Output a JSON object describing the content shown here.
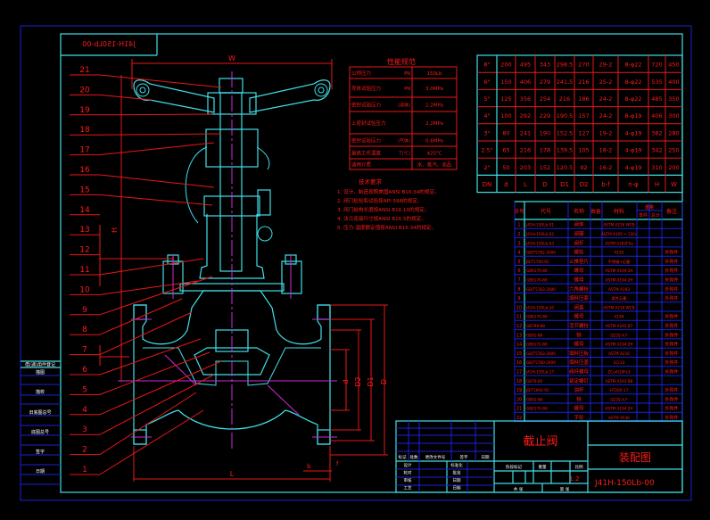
{
  "title_block": {
    "drawing_number": "J41H-150Lb-00",
    "drawing_number_mirrored": "J41H-150Lb-00",
    "product_name": "截止阀",
    "drawing_type": "装配图",
    "scale_label": "1:2",
    "revision_headers": [
      "标记",
      "处数",
      "更改文件号",
      "签字",
      "日期"
    ],
    "approval_rows": [
      "设计",
      "校对",
      "审核",
      "工艺"
    ],
    "approval_rows_right": [
      "标准化",
      "批准",
      "日期",
      "日期"
    ],
    "stage_headers": [
      "阶段标记",
      "重量",
      "比例"
    ],
    "sheet_labels": [
      "共 张",
      "第 张"
    ]
  },
  "left_strip": {
    "header": "借(通)用件登记",
    "rows": [
      "描图",
      "描校",
      "旧底图总号",
      "底图总号",
      "签字",
      "日期"
    ]
  },
  "dimension_table": {
    "headers": [
      "DN",
      "d",
      "L",
      "D",
      "D1",
      "D2",
      "b-f",
      "n-φ",
      "H",
      "W"
    ],
    "rows": [
      [
        "8\"",
        "200",
        "495",
        "343",
        "298.5",
        "270",
        "29-2",
        "8-φ22",
        "720",
        "450"
      ],
      [
        "6\"",
        "150",
        "406",
        "279",
        "241.5",
        "216",
        "25-2",
        "8-φ22",
        "535",
        "400"
      ],
      [
        "5\"",
        "125",
        "356",
        "254",
        "216",
        "186",
        "24-2",
        "8-φ22",
        "485",
        "350"
      ],
      [
        "4\"",
        "100",
        "292",
        "229",
        "190.5",
        "157",
        "24-2",
        "8-φ19",
        "406",
        "300"
      ],
      [
        "3\"",
        "80",
        "241",
        "190",
        "152.5",
        "127",
        "19-2",
        "4-φ19",
        "382",
        "280"
      ],
      [
        "2.5\"",
        "65",
        "216",
        "178",
        "139.5",
        "105",
        "18-2",
        "4-φ19",
        "342",
        "250"
      ],
      [
        "2\"",
        "50",
        "203",
        "152",
        "120.5",
        "92",
        "16-2",
        "4-φ19",
        "310",
        "200"
      ]
    ]
  },
  "performance_table": {
    "title": "性能规范",
    "rows": [
      [
        "公称压力",
        "PN",
        "150Lb"
      ],
      [
        "壳体试验压力",
        "PN",
        "3.0MPa"
      ],
      [
        "密封试验压力",
        "(液体)",
        "2.2MPa"
      ],
      [
        "上密封试验压力",
        "",
        "2.2MPa"
      ],
      [
        "密封试验压力",
        "(气体)",
        "0.6MPa"
      ],
      [
        "最高工作温度",
        "T(℃)",
        "425℃"
      ],
      [
        "适用介质",
        "",
        "水、蒸汽、油品"
      ]
    ]
  },
  "technical_requirements": {
    "title": "技术要求",
    "items": [
      "1. 设计、制造按照美国ANSI B16.34的规定。",
      "2. 阀门检验和试验按API 598的规定。",
      "3. 阀门结构长度按ANSI B16.10的规定。",
      "4. 法兰连接尺寸按ANSI B16.5的规定。",
      "5. 压力-温度额定值按ANSI B16.34的规定。"
    ]
  },
  "parts_list": {
    "headers": [
      "序号",
      "代号",
      "名称",
      "数量",
      "材料",
      "单件",
      "总计",
      "重量",
      "备注"
    ],
    "rows": [
      [
        "1",
        "J41H-150Lb-01",
        "阀体",
        "",
        "ASTM A216 WCB",
        "",
        "",
        ""
      ],
      [
        "2",
        "J41H-150Lb-02",
        "阀瓣",
        "",
        "ASTM A105 + 13Cr",
        "",
        "",
        ""
      ],
      [
        "3",
        "J41H-150Lb-03",
        "阀杆",
        "",
        "ASTM A182F6a",
        "",
        "",
        ""
      ],
      [
        "4",
        "GB/T5782-2000",
        "螺栓",
        "",
        "A193",
        "",
        "",
        "外购件"
      ],
      [
        "5",
        "JB/T1700-91",
        "止推垫片",
        "",
        "不锈钢+石墨",
        "",
        "",
        "外购件"
      ],
      [
        "6",
        "GB6170-86",
        "螺母",
        "",
        "ASTM A194 2H",
        "",
        "",
        "外购件"
      ],
      [
        "7",
        "GB6170-86",
        "螺母",
        "",
        "ASTM A194 2H",
        "",
        "",
        "外购件"
      ],
      [
        "8",
        "GB/T5783-2000",
        "六角螺栓",
        "",
        "ASTM A193",
        "",
        "",
        "外购件"
      ],
      [
        "9",
        "",
        "填料压套",
        "",
        "柔性石墨",
        "",
        "",
        "外购件"
      ],
      [
        "10",
        "J41H-150Lb-10",
        "阀盖",
        "",
        "ASTM A216 WCB",
        "",
        "",
        ""
      ],
      [
        "11",
        "GB6170-86",
        "螺母",
        "",
        "A194",
        "",
        "",
        "外购件"
      ],
      [
        "12",
        "GB799-88",
        "活节螺栓",
        "",
        "ASTM A193 B7",
        "",
        "",
        "外购件"
      ],
      [
        "13",
        "GB91-86",
        "销",
        "",
        "Q235-A.F",
        "",
        "",
        "外购件"
      ],
      [
        "14",
        "GB6172-86",
        "螺母",
        "",
        "ASTM A194 2H",
        "",
        "",
        "外购件"
      ],
      [
        "15",
        "GB/T5783-2000",
        "填料压板",
        "",
        "ASTM A216",
        "",
        "",
        "外购件"
      ],
      [
        "16",
        "GB/T5780-2000",
        "填料压盖",
        "",
        "2Cr13",
        "",
        "",
        "外购件"
      ],
      [
        "17",
        "J41H-150Lb-17",
        "阀杆螺母",
        "",
        "ZCuAl10Fe3",
        "",
        "",
        "外购件"
      ],
      [
        "18",
        "GB70-85",
        "紧定螺钉",
        "",
        "ASTM A193 B8",
        "",
        "",
        ""
      ],
      [
        "19",
        "JB/T1692-91",
        "油杯",
        "",
        "HT200-17",
        "",
        "",
        "外购件"
      ],
      [
        "20",
        "GB91-86",
        "销",
        "",
        "Q235-A.F",
        "",
        "",
        "外购件"
      ],
      [
        "21",
        "GB6170-86",
        "螺母",
        "",
        "ASTM A194 2H",
        "",
        "",
        "外购件"
      ],
      [
        "22",
        "",
        "手轮",
        "",
        "ASTM A536",
        "",
        "",
        "外购件"
      ]
    ]
  },
  "balloons": [
    "21",
    "20",
    "19",
    "18",
    "17",
    "16",
    "15",
    "14",
    "13",
    "12",
    "11",
    "10",
    "9",
    "8",
    "7",
    "6",
    "5",
    "4",
    "3",
    "2",
    "1"
  ],
  "dimension_labels": {
    "W": "W",
    "H": "H",
    "L": "L",
    "d": "d",
    "D2": "D2",
    "D1": "D1",
    "D": "D",
    "b": "b",
    "f": "f"
  },
  "colors": {
    "frame_outer": "#1a22d8",
    "frame_inner": "#3fe0e8",
    "text": "#ff1a1a",
    "drawing": "#3fe0e8",
    "centerline": "#d02ad8"
  }
}
